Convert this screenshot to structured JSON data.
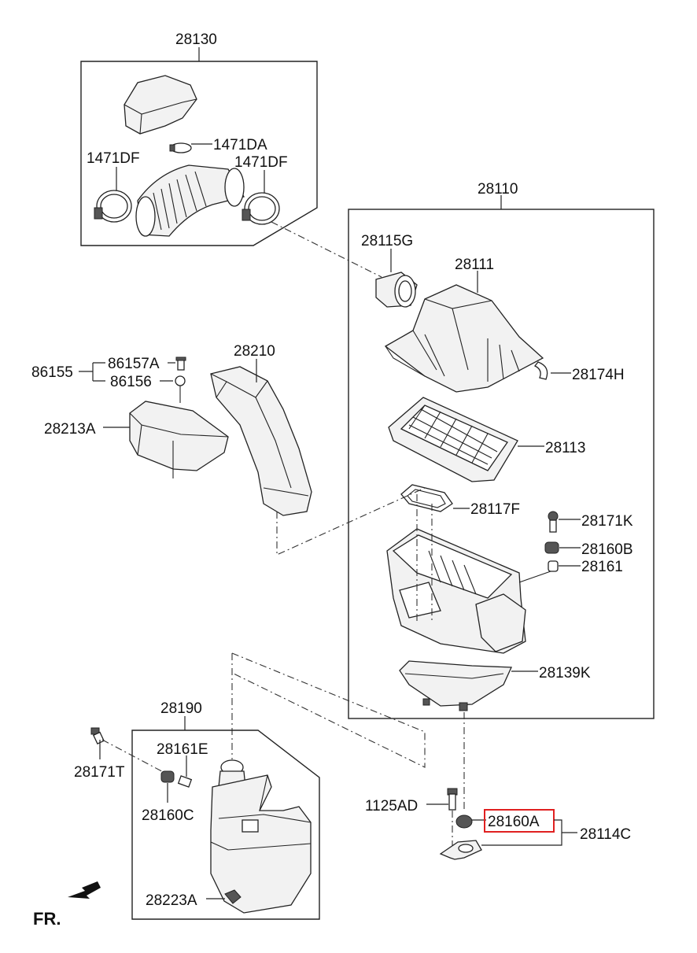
{
  "labels": {
    "a28130": "28130",
    "a1471DA": "1471DA",
    "a1471DF_left": "1471DF",
    "a1471DF_right": "1471DF",
    "a28110": "28110",
    "a28115G": "28115G",
    "a28111": "28111",
    "a28174H": "28174H",
    "a28113": "28113",
    "a28117F": "28117F",
    "a28171K": "28171K",
    "a28160B": "28160B",
    "a28161": "28161",
    "a28139K": "28139K",
    "a86155": "86155",
    "a86157A": "86157A",
    "a86156": "86156",
    "a28210": "28210",
    "a28213A": "28213A",
    "a28190": "28190",
    "a28161E": "28161E",
    "a28171T": "28171T",
    "a28160C": "28160C",
    "a28223A": "28223A",
    "a1125AD": "1125AD",
    "a28160A": "28160A",
    "a28114C": "28114C",
    "fr": "FR."
  },
  "highlight": {
    "part": "28160A",
    "color": "#e02020"
  },
  "icons": {
    "front_arrow": "arrow-left-down-icon"
  }
}
